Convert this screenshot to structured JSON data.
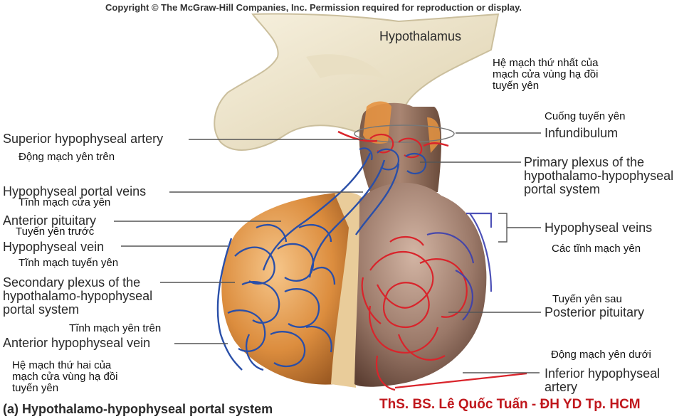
{
  "copyright": "Copyright © The McGraw-Hill Companies, Inc. Permission required for reproduction or display.",
  "caption": "(a) Hypothalamo-hypophyseal portal system",
  "author": "ThS. BS. Lê Quốc Tuấn - ĐH YD Tp. HCM",
  "labels": {
    "hypothalamus": "Hypothalamus",
    "first_system_vi": "Hệ mạch thứ nhất của\nmạch cửa vùng hạ đồi\ntuyến yên",
    "stalk_vi": "Cuống tuyến yên",
    "infundibulum": "Infundibulum",
    "primary_plexus": "Primary plexus of the\nhypothalamo-hypophyseal\nportal system",
    "hypophyseal_veins": "Hypophyseal veins",
    "hypophyseal_veins_vi": "Các tĩnh mạch yên",
    "posterior_vi": "Tuyến yên sau",
    "posterior": "Posterior pituitary",
    "inferior_artery_vi": "Động mạch yên dưới",
    "inferior_artery": "Inferior hypophyseal\nartery",
    "superior_artery": "Superior hypophyseal artery",
    "superior_artery_vi": "Động mạch yên trên",
    "portal_veins": "Hypophyseal portal veins",
    "portal_veins_vi": "Tĩnh mạch cửa yên",
    "anterior": "Anterior pituitary",
    "anterior_vi": "Tuyến yên trước",
    "hyp_vein": "Hypophyseal vein",
    "hyp_vein_vi": "Tĩnh mạch tuyến yên",
    "secondary_plexus": "Secondary plexus of the\nhypothalamo-hypophyseal\nportal system",
    "sup_vein_vi": "Tĩnh mạch yên trên",
    "anterior_vein": "Anterior hypophyseal vein",
    "second_system_vi": "Hệ mạch thứ hai của\nmạch cửa vùng hạ đồi\ntuyến yên"
  },
  "colors": {
    "artery": "#d9242b",
    "vein": "#2a4fa8",
    "anterior_lobe": "#d98a3a",
    "posterior_lobe": "#8c6a5a",
    "hypothalamus": "#efe6cf",
    "author_text": "#c0171c"
  }
}
